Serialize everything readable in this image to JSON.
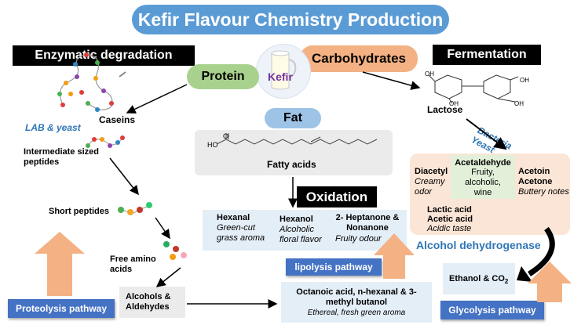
{
  "title": "Kefir Flavour Chemistry Production",
  "sections": {
    "enzymatic": "Enzymatic degradation",
    "fermentation": "Fermentation",
    "oxidation": "Oxidation"
  },
  "pills": {
    "protein": "Protein",
    "kefir": "Kefir",
    "carbohydrates": "Carbohydrates",
    "fat": "Fat"
  },
  "proteolysis": {
    "caseins": "Caseins",
    "lab_yeast": "LAB & yeast",
    "intermediate": "Intermediate sized peptides",
    "short": "Short peptides",
    "free_amino": "Free amino acids",
    "alcohols": "Alcohols & Aldehydes",
    "pathway": "Proteolysis pathway"
  },
  "lipolysis": {
    "fatty_acids": "Fatty acids",
    "hexanal": "Hexanal",
    "hexanal_desc": "Green-cut grass aroma",
    "hexanol": "Hexanol",
    "hexanol_desc": "Alcoholic floral flavor",
    "heptanone": "2- Heptanone & Nonanone",
    "heptanone_desc": "Fruity odour",
    "pathway": "lipolysis pathway",
    "octanoic": "Octanoic acid, n-hexanal & 3-methyl butanol",
    "octanoic_desc": "Ethereal, fresh green aroma"
  },
  "glycolysis": {
    "lactose": "Lactose",
    "bacteria": "Bacteria",
    "yeast": "Yeast",
    "diacetyl": "Diacetyl",
    "diacetyl_desc": "Creamy odor",
    "acetaldehyde": "Acetaldehyde",
    "acetaldehyde_desc": "Fruity, alcoholic, wine",
    "acetoin": "Acetoin",
    "acetone": "Acetone",
    "acetoin_desc": "Buttery notes",
    "lactic": "Lactic acid",
    "acetic": "Acetic acid",
    "acidic_desc": "Acidic taste",
    "alcohol_dh": "Alcohol dehydrogenase",
    "ethanol": "Ethanol & CO",
    "ethanol_sub": "2",
    "pathway": "Glycolysis pathway"
  },
  "chem_labels": {
    "ho": "HO",
    "oh": "OH",
    "o": "O"
  },
  "colors": {
    "title_bg": "#5b9bd5",
    "green_pill": "#a9d18e",
    "orange_pill": "#f4b183",
    "blue_button": "#4472c4",
    "orange_arrow": "#f4b183",
    "light_blue_box": "#e4eef7",
    "peach_box": "#fbe5d6",
    "light_green_box": "#e2f0d9",
    "blue_text": "#2e75b6"
  },
  "icons": {
    "kefir": "kefir-glass-icon"
  }
}
